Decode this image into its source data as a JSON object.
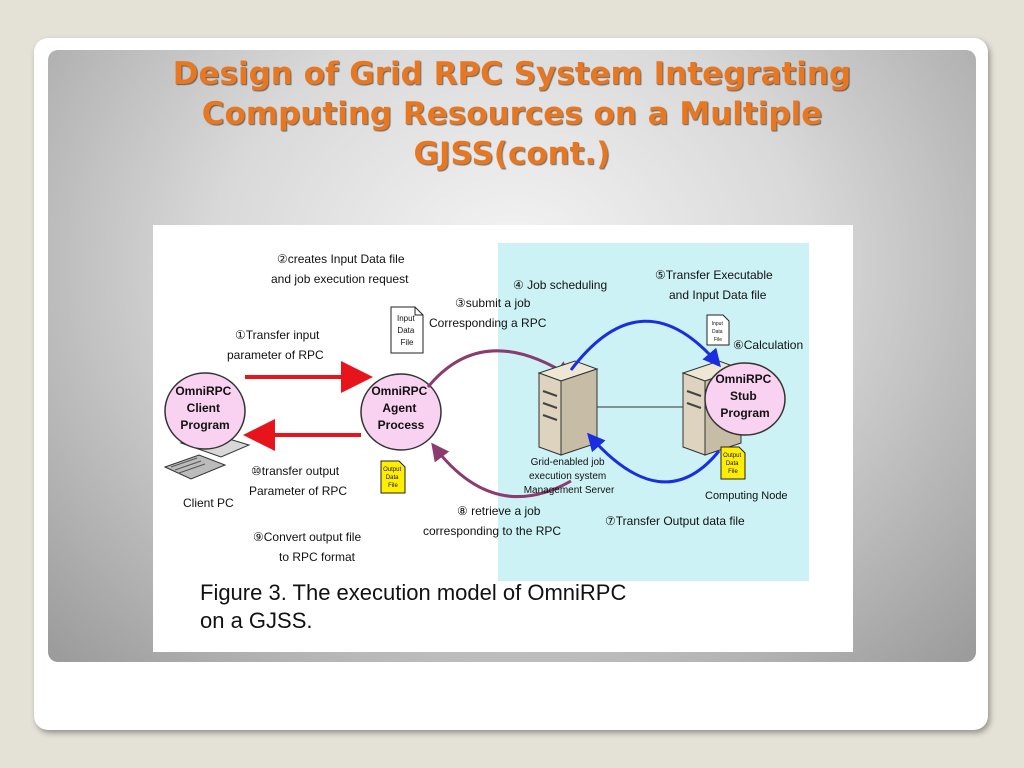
{
  "slide": {
    "title_lines": [
      "Design of Grid RPC System Integrating",
      "Computing Resources on a Multiple",
      "GJSS(cont.)"
    ]
  },
  "diagram": {
    "nodes": {
      "client": [
        "OmniRPC",
        "Client",
        "Program"
      ],
      "agent": [
        "OmniRPC",
        "Agent",
        "Process"
      ],
      "stub": [
        "OmniRPC",
        "Stub",
        "Program"
      ]
    },
    "client_pc_label": "Client PC",
    "server_label": [
      "Grid-enabled job",
      "execution system",
      "Management Server"
    ],
    "computing_node_label": "Computing Node",
    "input_file_label": [
      "Input",
      "Data",
      "File"
    ],
    "output_file_label": [
      "Output",
      "Data",
      "File"
    ],
    "steps": {
      "s1": [
        "①Transfer input",
        "parameter of RPC"
      ],
      "s2": [
        "②creates Input Data file",
        "and job execution request"
      ],
      "s3": [
        "③submit a job",
        "Corresponding a RPC"
      ],
      "s4": [
        "④ Job scheduling"
      ],
      "s5": [
        "⑤Transfer Executable",
        "and Input Data file"
      ],
      "s6": [
        "⑥Calculation"
      ],
      "s7": [
        "⑦Transfer Output data file"
      ],
      "s8": [
        "⑧ retrieve a job",
        "corresponding to the RPC"
      ],
      "s9": [
        "⑨Convert output file",
        "to RPC format"
      ],
      "s10": [
        "⑩transfer output",
        "Parameter of RPC"
      ]
    },
    "caption_lines": [
      "Figure 3. The execution model of OmniRPC",
      "on a GJSS."
    ],
    "colors": {
      "grid_region": "#ccf2f5",
      "node_fill": "#f8d2f0",
      "arrow_red": "#e8141c",
      "arrow_purple": "#8b3b6e",
      "arrow_blue": "#1a2ee0",
      "file_yellow": "#ffee00"
    }
  }
}
